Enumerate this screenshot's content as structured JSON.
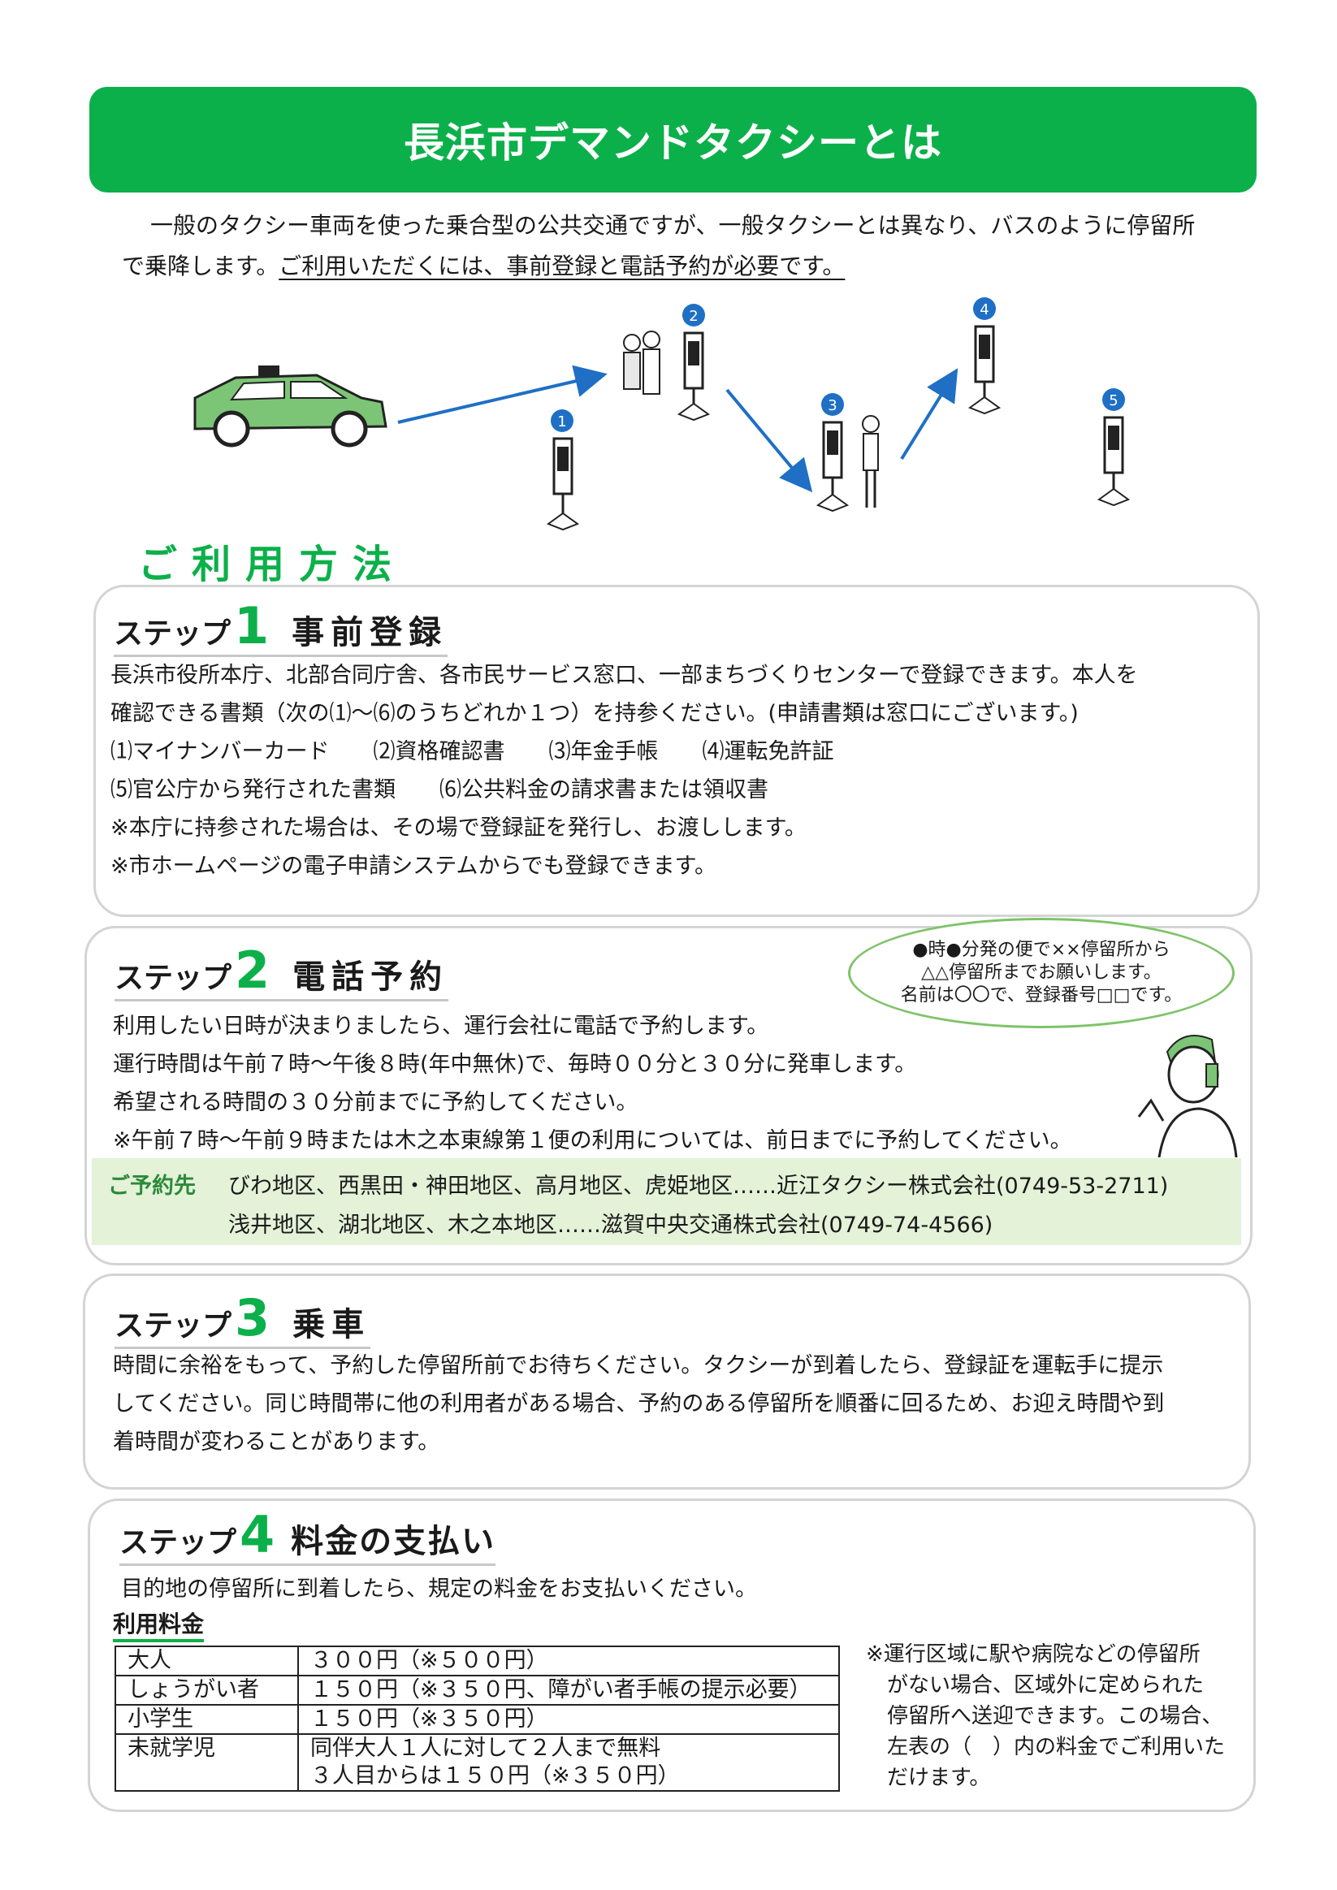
{
  "banner": {
    "title": "長浜市デマンドタクシーとは"
  },
  "intro": {
    "line1": "一般のタクシー車両を使った乗合型の公共交通ですが、一般タクシーとは異なり、バスのように停留所",
    "line2_plain": "で乗降します。",
    "line2_underlined": "ご利用いただくには、事前登録と電話予約が必要です。"
  },
  "illustration": {
    "stops": [
      "1",
      "2",
      "3",
      "4",
      "5"
    ],
    "icons": [
      "taxi-icon",
      "bus-stop-icon",
      "passenger-icon",
      "arrow-icon"
    ],
    "colors": {
      "taxi": "#7cc576",
      "badge": "#1f6fc5",
      "arrow": "#1f6fc5"
    }
  },
  "howto": {
    "title": "ご利用方法"
  },
  "steps": [
    {
      "word": "ステップ",
      "num": "1",
      "name": "事前登録",
      "lines": [
        "長浜市役所本庁、北部合同庁舎、各市民サービス窓口、一部まちづくりセンターで登録できます。本人を",
        "確認できる書類（次の⑴～⑹のうちどれか１つ）を持参ください。(申請書類は窓口にございます。)",
        "⑴マイナンバーカード　　⑵資格確認書　　⑶年金手帳　　⑷運転免許証",
        "⑸官公庁から発行された書類　　⑹公共料金の請求書または領収書",
        "※本庁に持参された場合は、その場で登録証を発行し、お渡しします。",
        "※市ホームページの電子申請システムからでも登録できます。"
      ]
    },
    {
      "word": "ステップ",
      "num": "2",
      "name": "電話予約",
      "lines": [
        "利用したい日時が決まりましたら、運行会社に電話で予約します。",
        "運行時間は午前７時～午後８時(年中無休)で、毎時００分と３０分に発車します。",
        "希望される時間の３０分前までに予約してください。",
        "※午前７時～午前９時または木之本東線第１便の利用については、前日までに予約してください。"
      ],
      "bubble": [
        "●時●分発の便で××停留所から",
        "△△停留所までお願いします。",
        "名前は〇〇で、登録番号□□です。"
      ],
      "contact_label": "ご予約先",
      "contacts": [
        "びわ地区、西黒田・神田地区、高月地区、虎姫地区……近江タクシー株式会社(0749-53-2711)",
        "浅井地区、湖北地区、木之本地区……滋賀中央交通株式会社(0749-74-4566)"
      ]
    },
    {
      "word": "ステップ",
      "num": "3",
      "name": "乗車",
      "lines": [
        "時間に余裕をもって、予約した停留所前でお待ちください。タクシーが到着したら、登録証を運転手に提示",
        "してください。同じ時間帯に他の利用者がある場合、予約のある停留所を順番に回るため、お迎え時間や到",
        "着時間が変わることがあります。"
      ]
    },
    {
      "word": "ステップ",
      "num": "4",
      "name": "料金の支払い",
      "lines": [
        "目的地の停留所に到着したら、規定の料金をお支払いください。"
      ],
      "fare_title": "利用料金",
      "fares": [
        {
          "label": "大人",
          "value": "３００円（※５００円）"
        },
        {
          "label": "しょうがい者",
          "value": "１５０円（※３５０円、障がい者手帳の提示必要）"
        },
        {
          "label": "小学生",
          "value": "１５０円（※３５０円）"
        },
        {
          "label": "未就学児",
          "value": "同伴大人１人に対して２人まで無料",
          "value2": "３人目からは１５０円（※３５０円）"
        }
      ],
      "note": [
        "※運行区域に駅や病院などの停留所",
        "　がない場合、区域外に定められた",
        "　停留所へ送迎できます。この場合、",
        "　左表の（　）内の料金でご利用いた",
        "　だけます。"
      ]
    }
  ]
}
